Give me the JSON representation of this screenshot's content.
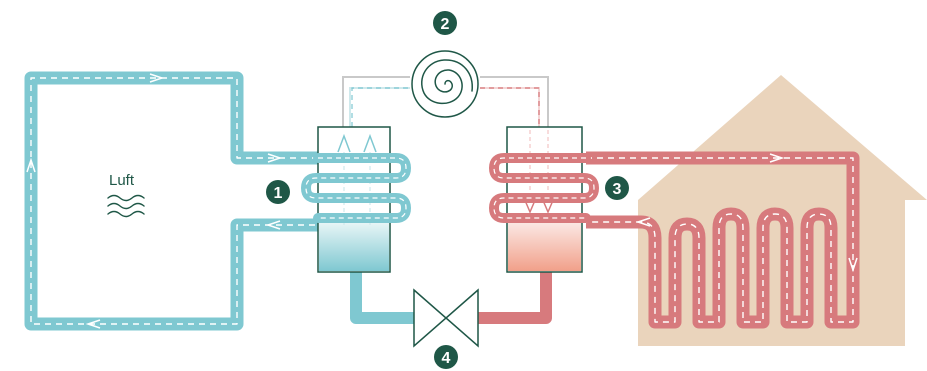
{
  "labels": {
    "air": "Luft"
  },
  "steps": [
    {
      "number": "1"
    },
    {
      "number": "2"
    },
    {
      "number": "3"
    },
    {
      "number": "4"
    }
  ],
  "colors": {
    "cold": "#7fc8d1",
    "cold_fill_top": "#e9f6f7",
    "cold_fill_bottom": "#7fc8d1",
    "hot": "#d77a7d",
    "hot_fill_top": "#fbe9e5",
    "hot_fill_bottom": "#f1a08a",
    "house": "#ead4bc",
    "dark": "#1f5747",
    "badge_text": "#ffffff",
    "thin_line": "#c9c9c9"
  },
  "icons": [
    "air-waves-icon",
    "compressor-spiral-icon",
    "expansion-valve-icon",
    "flow-arrow-icon"
  ]
}
